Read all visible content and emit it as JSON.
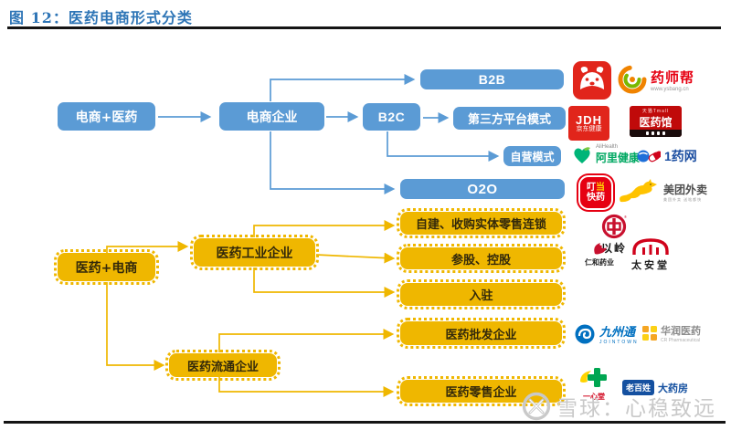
{
  "figure": {
    "title": "图 12：医药电商形式分类",
    "watermark": "雪球：心稳致远"
  },
  "colors": {
    "node_blue": "#5B9BD5",
    "node_yellow": "#EFB700",
    "title_blue": "#2E75B6",
    "arrow_blue": "#5B9BD5",
    "arrow_yellow": "#EFB700",
    "watermark_gray": "#C9C9C9"
  },
  "nodes": {
    "ecommerce_plus_pharma": "电商+医药",
    "ecommerce_company": "电商企业",
    "b2b": "B2B",
    "b2c": "B2C",
    "third_party_platform": "第三方平台模式",
    "self_operated": "自营模式",
    "o2o": "O2O",
    "pharma_plus_ecommerce": "医药+电商",
    "pharma_industrial": "医药工业企业",
    "pharma_distribution": "医药流通企业",
    "self_build_acquire": "自建、收购实体零售连锁",
    "equity_holding": "参股、控股",
    "settle_in": "入驻",
    "wholesale": "医药批发企业",
    "retail": "医药零售企业"
  },
  "logos": {
    "jd": {
      "icon": "jd-dog-logo"
    },
    "yaoshibang": {
      "name": "药师帮",
      "site": "www.ysbang.cn"
    },
    "jdhealth": {
      "abbr": "JDH",
      "name": "京东健康"
    },
    "tmall_pharmacy": {
      "top": "天猫Tmall",
      "name": "医药馆"
    },
    "alihealth": {
      "en": "AliHealth",
      "name": "阿里健康"
    },
    "yihaowang": {
      "name": "1药网"
    },
    "dingdang": {
      "char1": "叮",
      "char2": "当",
      "line2": "快药"
    },
    "meituan": {
      "name": "美团外卖",
      "sub": "美团外卖 送啥都快"
    },
    "yiling": {
      "name": "以岭",
      "reg": "®"
    },
    "renhe": {
      "name": "仁和药业"
    },
    "taiantang": {
      "name": "太安堂"
    },
    "jiuzhoutong": {
      "name": "九州通",
      "sub": "JOINTOWN"
    },
    "crpharm": {
      "name": "华润医药",
      "sub": "CR Pharmaceutical"
    },
    "yixintang": {
      "name": "一心堂"
    },
    "laobaixing": {
      "badge": "老百姓",
      "name": "大药房"
    }
  }
}
